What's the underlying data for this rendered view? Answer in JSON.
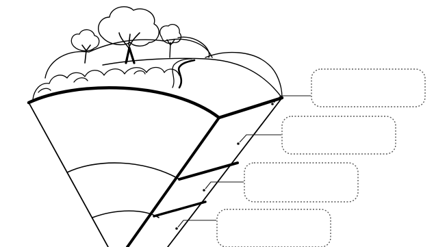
{
  "worksheet": {
    "subject": "soil-profile-cross-section",
    "label_boxes": [
      {
        "name": "answer-box-1",
        "text": ""
      },
      {
        "name": "answer-box-2",
        "text": ""
      },
      {
        "name": "answer-box-3",
        "text": ""
      },
      {
        "name": "answer-box-4",
        "text": ""
      }
    ]
  }
}
